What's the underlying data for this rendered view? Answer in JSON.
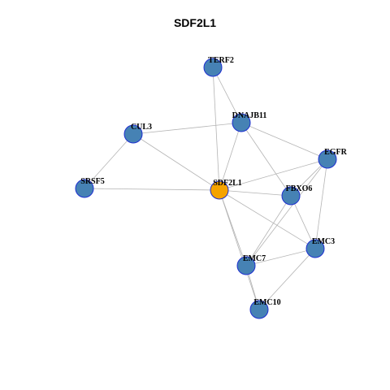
{
  "title": "SDF2L1",
  "colors": {
    "center_node": "#f5a300",
    "neighbor_node": "#4682b4",
    "node_border": "#1e2fd0",
    "edge": "#b4b4b4"
  },
  "nodes": [
    {
      "id": "TERF2",
      "label": "TERF2",
      "center": false
    },
    {
      "id": "DNAJB11",
      "label": "DNAJB11",
      "center": false
    },
    {
      "id": "CUL3",
      "label": "CUL3",
      "center": false
    },
    {
      "id": "EGFR",
      "label": "EGFR",
      "center": false
    },
    {
      "id": "SRSF5",
      "label": "SRSF5",
      "center": false
    },
    {
      "id": "SDF2L1",
      "label": "SDF2L1",
      "center": true
    },
    {
      "id": "FBXO6",
      "label": "FBXO6",
      "center": false
    },
    {
      "id": "EMC3",
      "label": "EMC3",
      "center": false
    },
    {
      "id": "EMC7",
      "label": "EMC7",
      "center": false
    },
    {
      "id": "EMC10",
      "label": "EMC10",
      "center": false
    }
  ],
  "edges": [
    [
      "TERF2",
      "DNAJB11"
    ],
    [
      "TERF2",
      "SDF2L1"
    ],
    [
      "CUL3",
      "DNAJB11"
    ],
    [
      "CUL3",
      "SRSF5"
    ],
    [
      "CUL3",
      "SDF2L1"
    ],
    [
      "DNAJB11",
      "SDF2L1"
    ],
    [
      "DNAJB11",
      "EGFR"
    ],
    [
      "DNAJB11",
      "FBXO6"
    ],
    [
      "SRSF5",
      "SDF2L1"
    ],
    [
      "SDF2L1",
      "FBXO6"
    ],
    [
      "SDF2L1",
      "EGFR"
    ],
    [
      "SDF2L1",
      "EMC3"
    ],
    [
      "SDF2L1",
      "EMC7"
    ],
    [
      "SDF2L1",
      "EMC10"
    ],
    [
      "EGFR",
      "FBXO6"
    ],
    [
      "EGFR",
      "EMC3"
    ],
    [
      "EGFR",
      "EMC7"
    ],
    [
      "FBXO6",
      "EMC3"
    ],
    [
      "FBXO6",
      "EMC7"
    ],
    [
      "EMC3",
      "EMC7"
    ],
    [
      "EMC3",
      "EMC10"
    ],
    [
      "EMC7",
      "EMC10"
    ]
  ]
}
